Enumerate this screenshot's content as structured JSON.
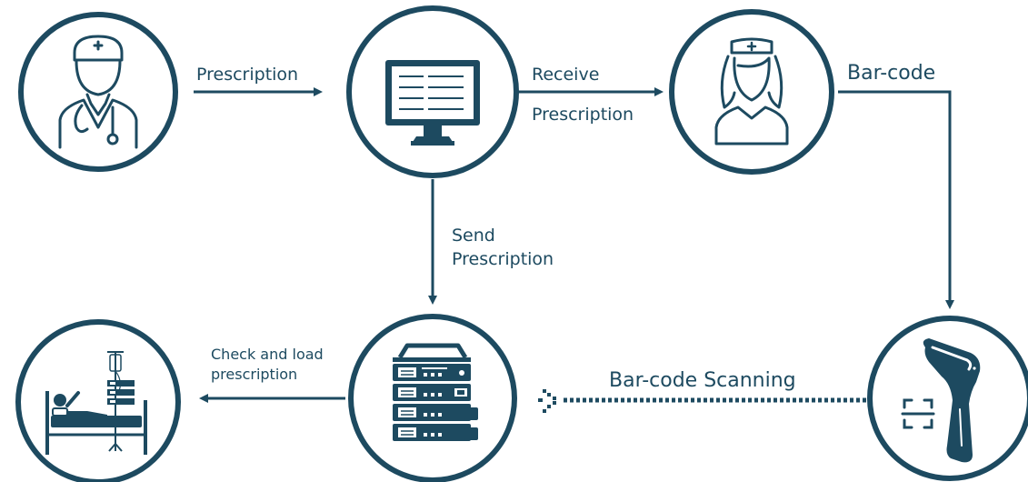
{
  "colors": {
    "primary": "#1d4a60",
    "light": "#ffffff"
  },
  "nodes": {
    "doctor": {
      "icon": "doctor-icon"
    },
    "computer": {
      "icon": "computer-monitor-icon"
    },
    "nurse": {
      "icon": "nurse-icon"
    },
    "pump": {
      "icon": "infusion-pump-stack-icon"
    },
    "patient": {
      "icon": "patient-bed-iv-icon"
    },
    "scanner": {
      "icon": "barcode-scanner-icon"
    }
  },
  "labels": {
    "prescription": "Prescription",
    "receive_line1": "Receive",
    "receive_line2": "Prescription",
    "barcode": "Bar-code",
    "send_line1": "Send",
    "send_line2": "Prescription",
    "check_line1": "Check and load",
    "check_line2": "prescription",
    "scanning": "Bar-code Scanning"
  }
}
